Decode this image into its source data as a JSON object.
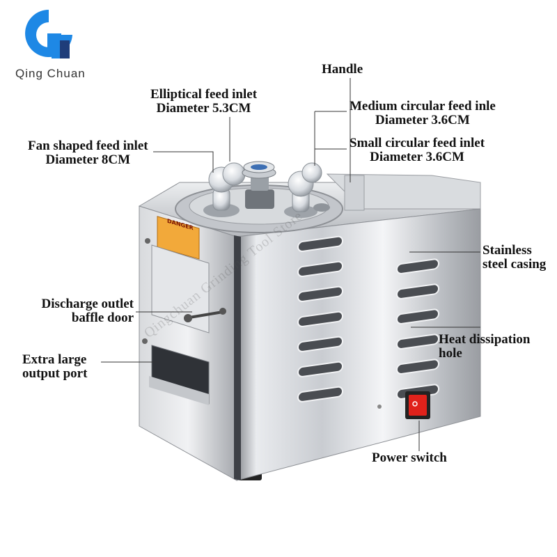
{
  "brand": {
    "name": "Qing Chuan",
    "logo_colors": {
      "blue": "#1e88e5",
      "navy": "#1f3d7a"
    }
  },
  "watermark": "Qingchuan Grinding Tool Store",
  "labels": {
    "handle": {
      "line1": "Handle"
    },
    "elliptical": {
      "line1": "Elliptical feed inlet",
      "line2": "Diameter 5.3CM"
    },
    "medium": {
      "line1": "Medium circular feed inle",
      "line2": "Diameter 3.6CM"
    },
    "fan": {
      "line1": "Fan shaped feed inlet",
      "line2": "Diameter 8CM"
    },
    "small": {
      "line1": "Small circular feed inlet",
      "line2": "Diameter 3.6CM"
    },
    "casing": {
      "line1": "Stainless",
      "line2": "steel casing"
    },
    "discharge": {
      "line1": "Discharge outlet",
      "line2": "baffle door"
    },
    "heat": {
      "line1": "Heat dissipation",
      "line2": "hole"
    },
    "output": {
      "line1": "Extra large",
      "line2": "output port"
    },
    "power": {
      "line1": "Power switch"
    }
  },
  "danger_label": "DANGER"
}
